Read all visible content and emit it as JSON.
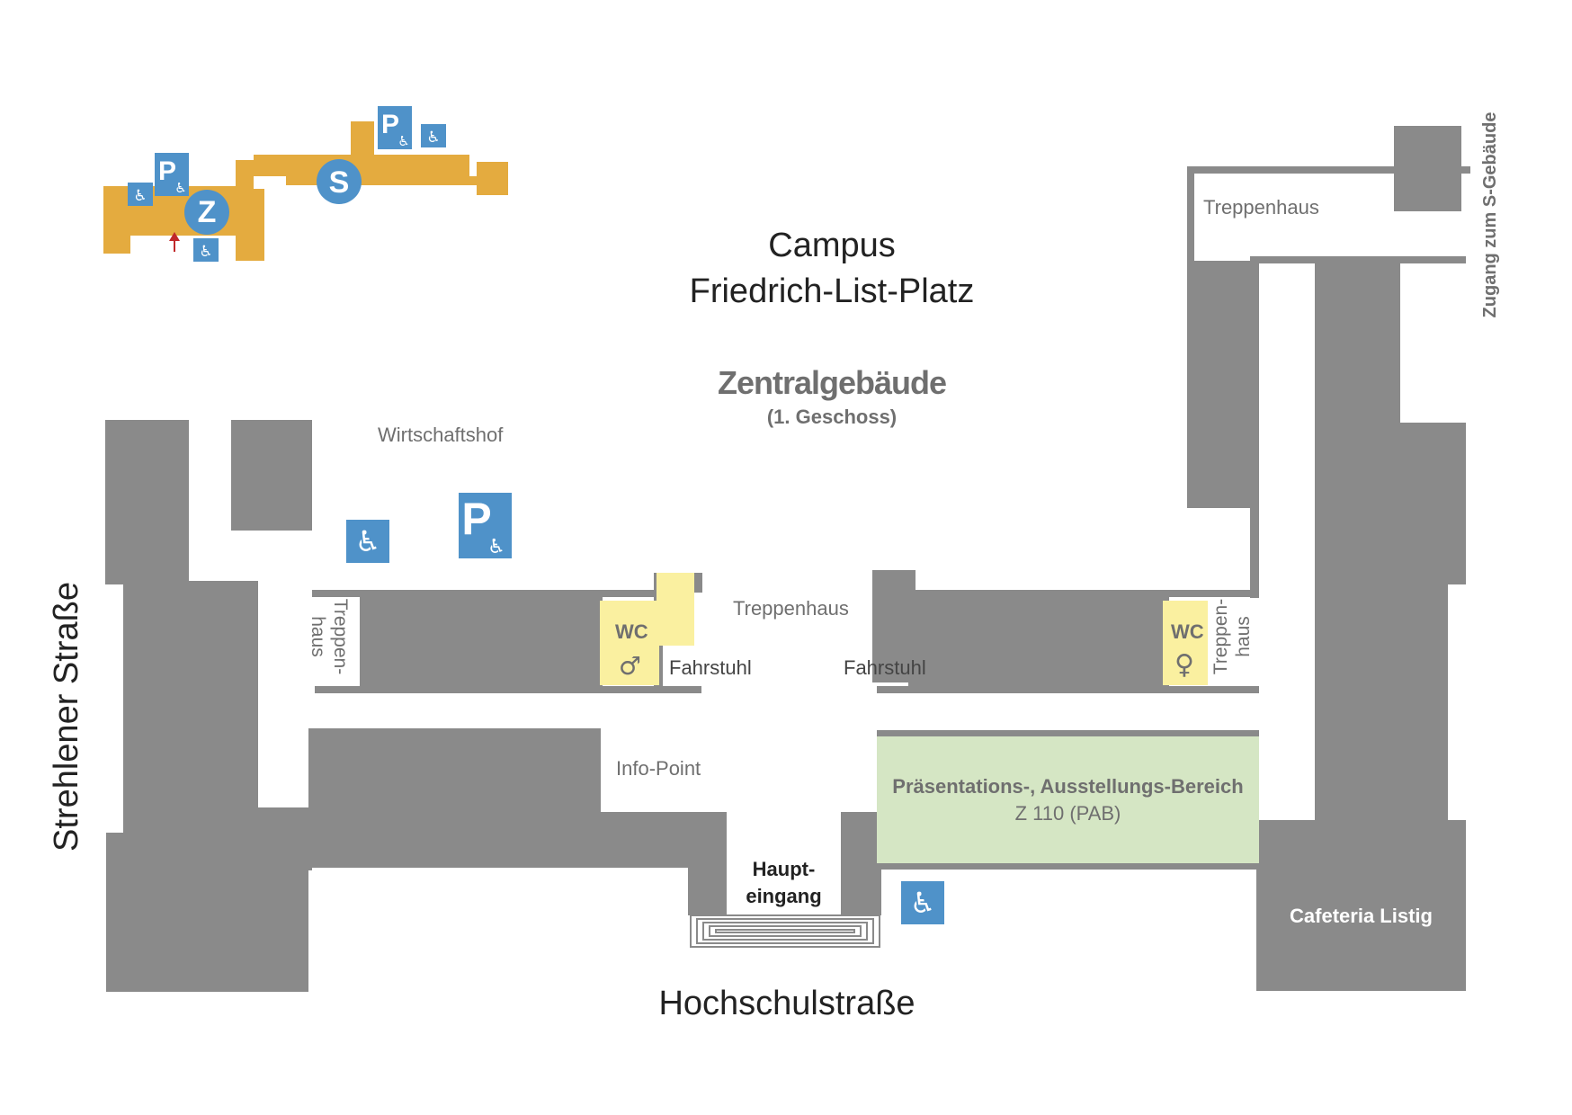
{
  "campus": {
    "line1": "Campus",
    "line2": "Friedrich-List-Platz"
  },
  "building": {
    "name": "Zentralgebäude",
    "floor": "(1. Geschoss)"
  },
  "streets": {
    "left": "Strehlener Straße",
    "bottom": "Hochschulstraße",
    "right_access": "Zugang zum S-Gebäude"
  },
  "rooms": {
    "wirtschaftshof": "Wirtschaftshof",
    "treppenhaus_top_right": "Treppenhaus",
    "treppenhaus_center": "Treppenhaus",
    "treppenhaus_left_a": "Treppen-",
    "treppenhaus_left_b": "haus",
    "treppenhaus_right_a": "Treppen-",
    "treppenhaus_right_b": "haus",
    "wc_men": "WC",
    "wc_women": "WC",
    "fahrstuhl_left": "Fahrstuhl",
    "fahrstuhl_right": "Fahrstuhl",
    "info_point": "Info-Point",
    "pab_title": "Präsentations-, Ausstellungs-Bereich",
    "pab_code": "Z 110 (PAB)",
    "main_entrance_a": "Haupt-",
    "main_entrance_b": "eingang",
    "cafeteria": "Cafeteria Listig"
  },
  "symbols": {
    "men": "♂",
    "women": "♀",
    "parking": "P",
    "accessible": "♿"
  },
  "minimap": {
    "building_z": "Z",
    "building_s": "S"
  },
  "colors": {
    "building_grey": "#8a8a8a",
    "wc_yellow": "#faf0a0",
    "pab_green": "#d5e6c4",
    "icon_blue": "#4f92c9",
    "minimap_gold": "#e4ab3f",
    "marker_red": "#c0282a"
  }
}
